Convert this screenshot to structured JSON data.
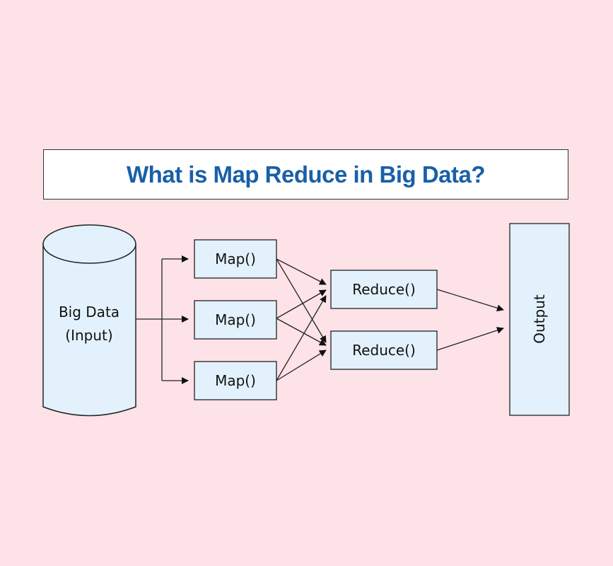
{
  "title": "What is Map Reduce in Big Data?",
  "colors": {
    "background": "#fde3e8",
    "node_fill": "#e2f1fc",
    "title_text": "#1a5fa8",
    "stroke": "#222222"
  },
  "nodes": {
    "input": {
      "line1": "Big Data",
      "line2": "(Input)"
    },
    "maps": [
      "Map()",
      "Map()",
      "Map()"
    ],
    "reduces": [
      "Reduce()",
      "Reduce()"
    ],
    "output": "Output"
  },
  "edges": [
    {
      "from": "input",
      "to": "map-1"
    },
    {
      "from": "input",
      "to": "map-2"
    },
    {
      "from": "input",
      "to": "map-3"
    },
    {
      "from": "map-1",
      "to": "reduce-1"
    },
    {
      "from": "map-1",
      "to": "reduce-2"
    },
    {
      "from": "map-2",
      "to": "reduce-1"
    },
    {
      "from": "map-2",
      "to": "reduce-2"
    },
    {
      "from": "map-3",
      "to": "reduce-1"
    },
    {
      "from": "map-3",
      "to": "reduce-2"
    },
    {
      "from": "reduce-1",
      "to": "output"
    },
    {
      "from": "reduce-2",
      "to": "output"
    }
  ]
}
